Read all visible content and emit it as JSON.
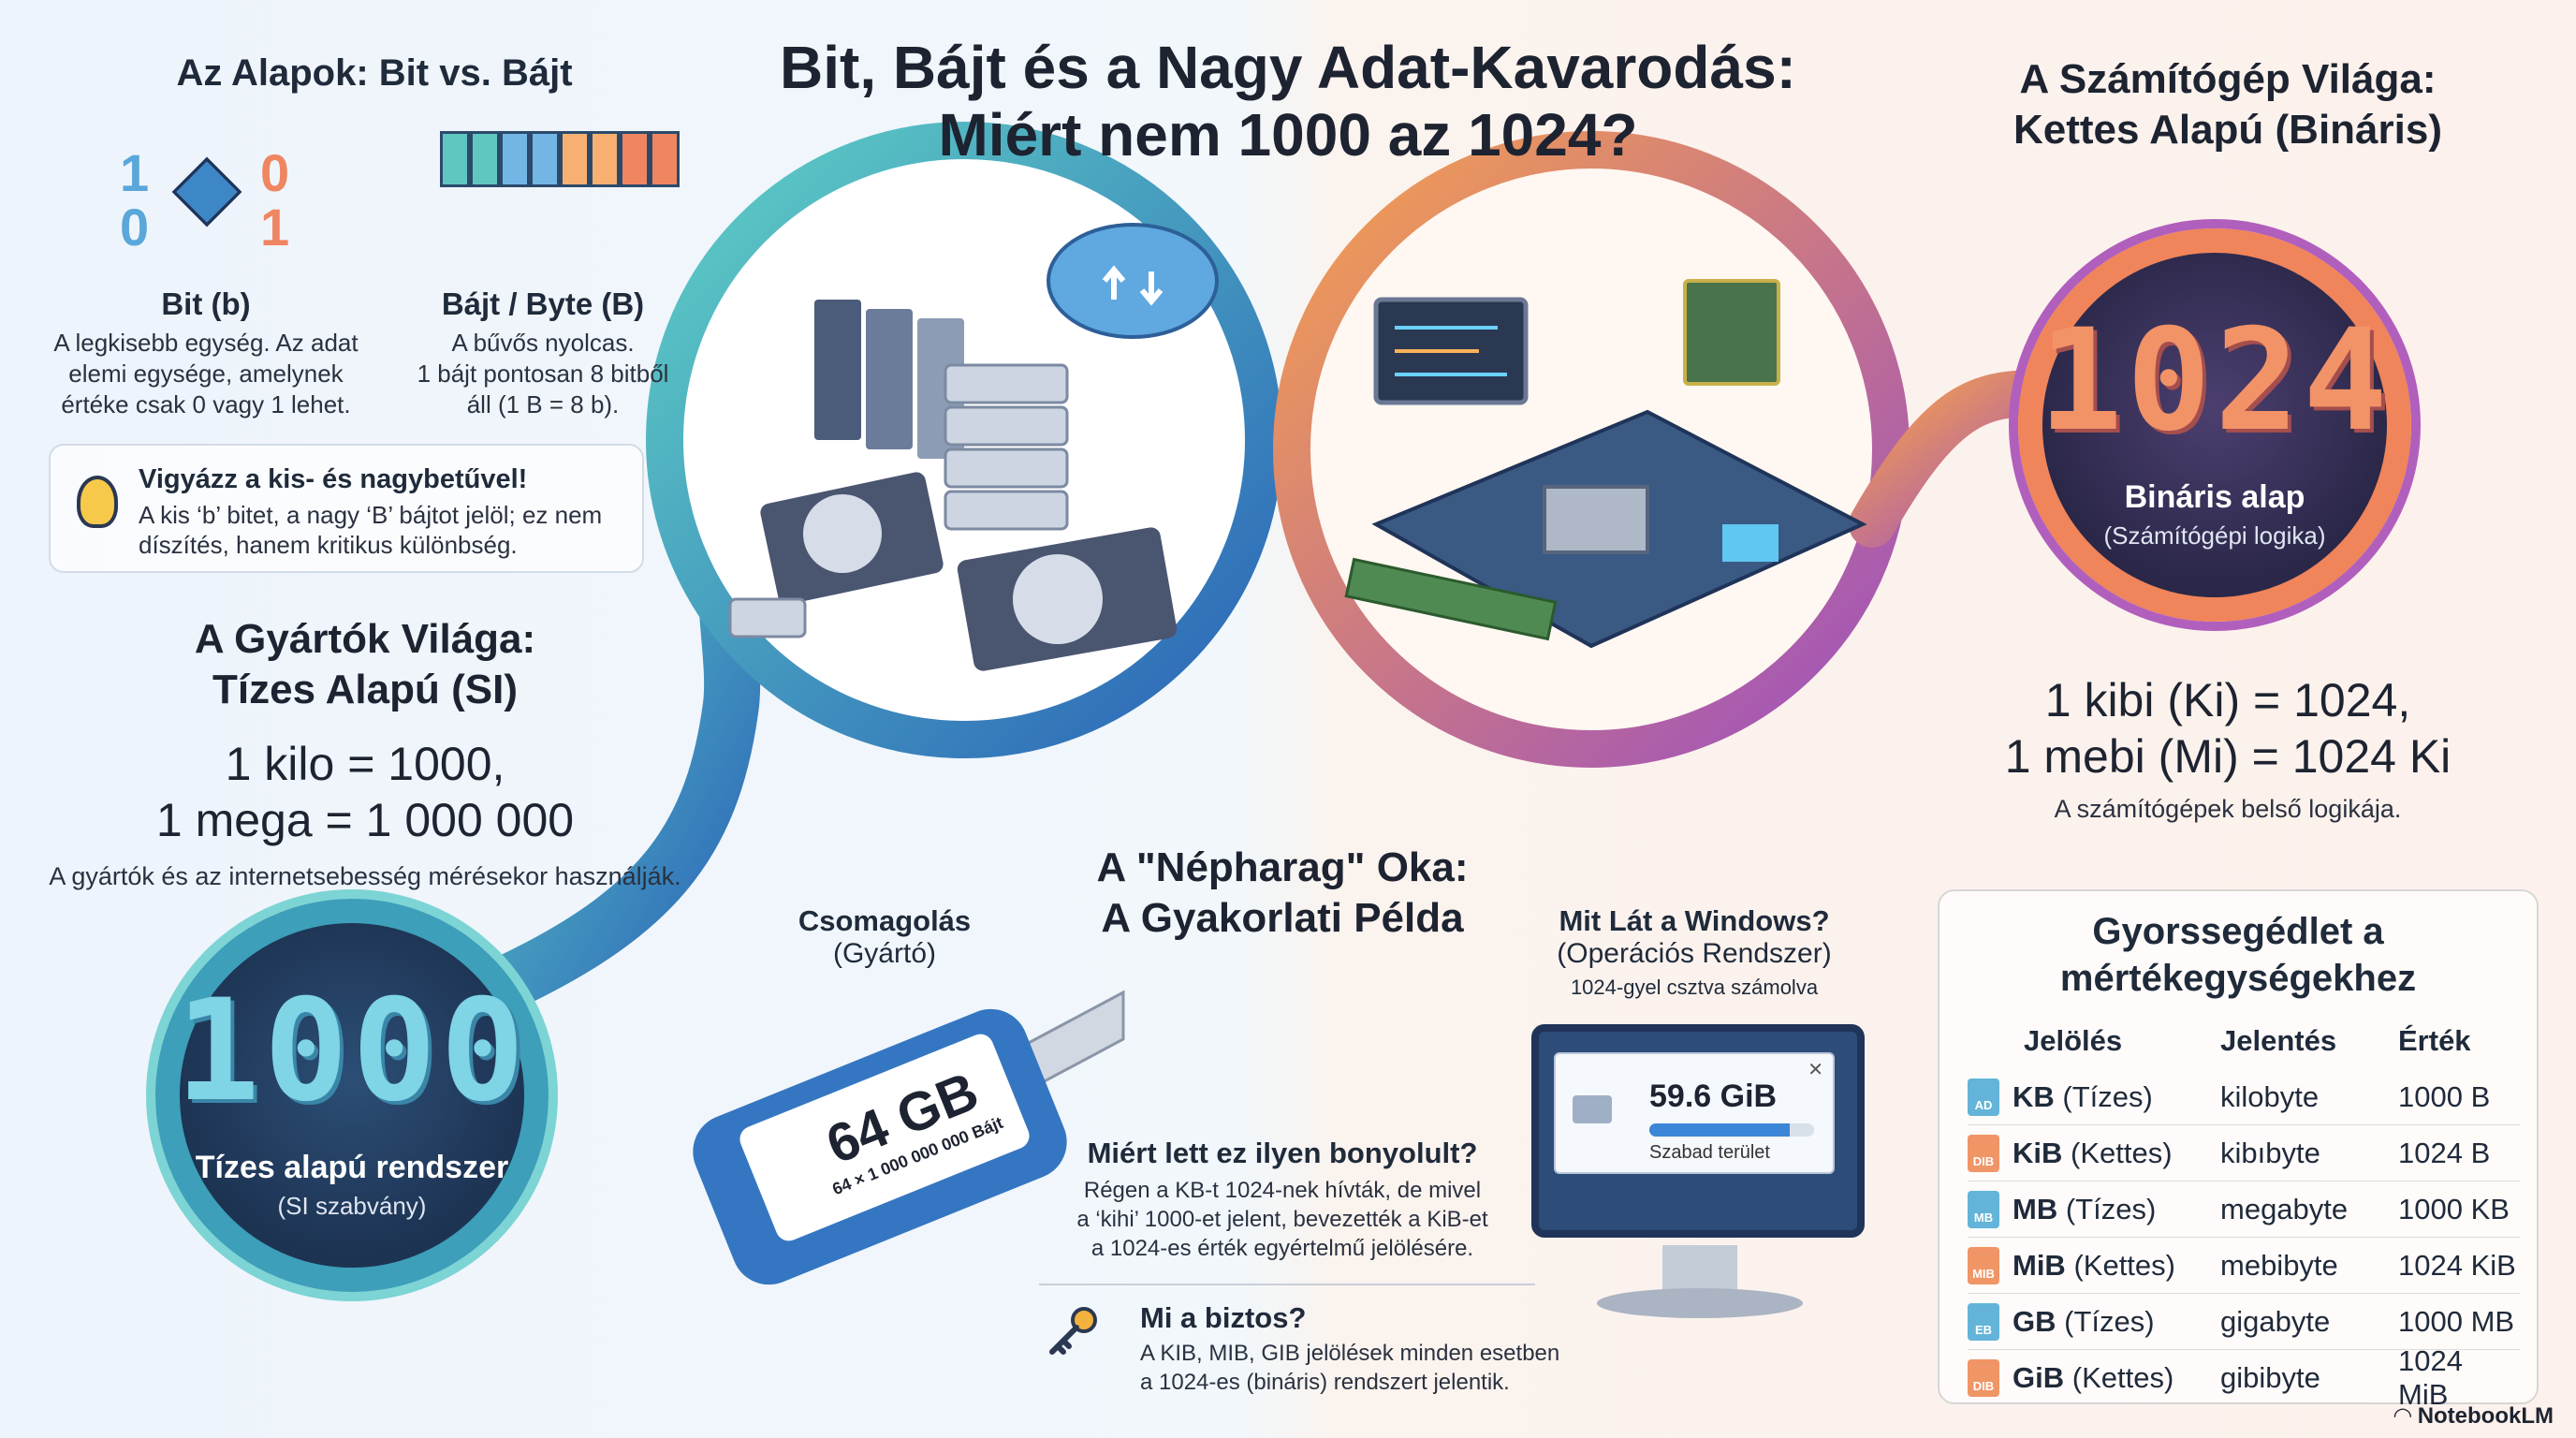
{
  "title_line1": "Bit, Bájt és a Nagy Adat-Kavarodás:",
  "title_line2": "Miért nem 1000 az 1024?",
  "basics": {
    "title": "Az Alapok: Bit vs. Bájt",
    "bit_digits": [
      "1",
      "0",
      "0",
      "1"
    ],
    "bit_title": "Bit (b)",
    "bit_desc": [
      "A legkisebb egység. Az adat",
      "elemi egysége, amelynek",
      "értéke csak 0 vagy 1 lehet."
    ],
    "byte_title": "Bájt / Byte (B)",
    "byte_desc": [
      "A bűvős nyolcas.",
      "1 bájt pontosan 8 bitből",
      "áll (1 B = 8 b)."
    ],
    "warning_title": "Vigyázz a kis- és nagybetűvel!",
    "warning_text": [
      "A kis ‘b’ bitet, a nagy ‘B’ bájtot jelöl; ez nem",
      "díszítés, hanem kritikus különbség."
    ]
  },
  "manufacturers": {
    "title": [
      "A Gyártók Világa:",
      "Tízes Alapú (SI)"
    ],
    "formula": [
      "1 kilo = 1000,",
      "1 mega = 1 000 000"
    ],
    "note": "A gyártók és az internetsebesség mérésekor használják.",
    "circle_number": "1000",
    "circle_label": "Tízes alapú rendszer",
    "circle_sub": "(SI szabvány)"
  },
  "computer": {
    "title": [
      "A Számítógép Világa:",
      "Kettes Alapú (Bináris)"
    ],
    "circle_number": "1024",
    "circle_label": "Bináris alap",
    "circle_sub": "(Számítógépi logika)",
    "formula": [
      "1 kibi (Ki) = 1024,",
      "1 mebi (Mi) = 1024 Ki"
    ],
    "note": "A számítógépek belső logikája."
  },
  "example": {
    "title": [
      "A \"Népharag\" Oka:",
      "A Gyakorlati Példa"
    ],
    "packaging_title": "Csomagolás",
    "packaging_sub": "(Gyártó)",
    "usb_big": "64 GB",
    "usb_small": "64 × 1 000 000 000 Bájt",
    "windows_title": "Mit Lát a Windows?",
    "windows_sub": "(Operációs Rendszer)",
    "windows_note": "1024-gyel csztva számolva",
    "windows_value": "59.6 GiB",
    "windows_free": "Szabad terület",
    "why_title": "Miért lett ez ilyen bonyolult?",
    "why_text": [
      "Régen a KB-t 1024-nek hívták, de mivel",
      "a ‘kihi’ 1000-et jelent, bevezették a KiB-et",
      "a 1024-es érték egyértelmű jelölésére."
    ],
    "sure_title": "Mi a biztos?",
    "sure_text": [
      "A KIB, MIB, GIB jelölések minden esetben",
      "a 1024-es (bináris) rendszert jelentik."
    ]
  },
  "quick_ref": {
    "title": [
      "Gyorssegédlet a",
      "mértékegységekhez"
    ],
    "headers": [
      "Jelölés",
      "Jelentés",
      "Érték"
    ],
    "rows": [
      {
        "icon": "AD",
        "unit": "KB",
        "base": "(Tízes)",
        "meaning": "kilobyte",
        "value": "1000 B"
      },
      {
        "icon": "DIB",
        "unit": "KiB",
        "base": "(Kettes)",
        "meaning": "kibıbyte",
        "value": "1024 B"
      },
      {
        "icon": "MB",
        "unit": "MB",
        "base": "(Tízes)",
        "meaning": "megabyte",
        "value": "1000 KB"
      },
      {
        "icon": "MIB",
        "unit": "MiB",
        "base": "(Kettes)",
        "meaning": "mebibyte",
        "value": "1024 KiB"
      },
      {
        "icon": "EB",
        "unit": "GB",
        "base": "(Tízes)",
        "meaning": "gigabyte",
        "value": "1000 MB"
      },
      {
        "icon": "DIB",
        "unit": "GiB",
        "base": "(Kettes)",
        "meaning": "gibibyte",
        "value": "1024 MiB"
      }
    ]
  },
  "footer_brand": "NotebookLM",
  "colors": {
    "teal": "#3d9fb9",
    "orange": "#f0845a",
    "purple": "#b15fbd",
    "navy": "#1d3352"
  }
}
